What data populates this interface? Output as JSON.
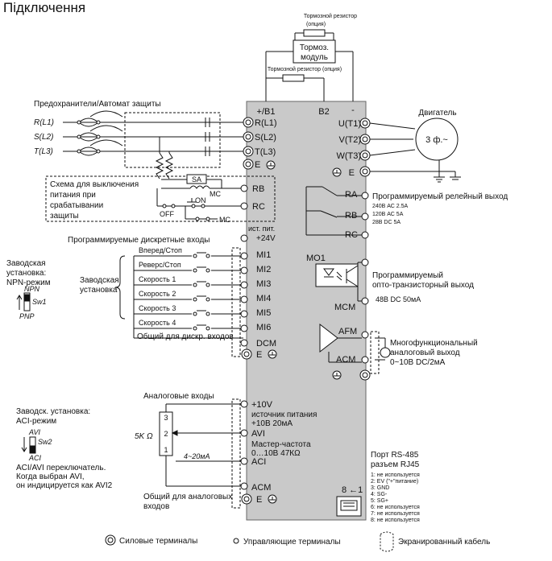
{
  "title": "Підключення",
  "brake": {
    "top_resistor": "Тормозной резистор",
    "top_option": "(опция)",
    "module_line1": "Тормоз.",
    "module_line2": "модуль",
    "mid_resistor": "Тормозной резистор (опция)"
  },
  "power_terms": {
    "b1": "+/B1",
    "b2": "B2",
    "minus": "-",
    "r": "R(L1)",
    "s": "S(L2)",
    "t": "T(L3)",
    "e": "E",
    "u": "U(T1)",
    "v": "V(T2)",
    "w": "W(T3)",
    "e2": "E"
  },
  "left": {
    "fuses": "Предохранители/Автомат защиты",
    "rl1": "R(L1)",
    "sl2": "S(L2)",
    "tl3": "T(L3)",
    "cutoff_line1": "Схема для выключения",
    "cutoff_line2": "питания при",
    "cutoff_line3": "срабатывании",
    "cutoff_line4": "защиты",
    "sa": "SA",
    "mc": "MC",
    "off": "OFF",
    "on": "ON"
  },
  "motor": {
    "label": "Двигатель",
    "inside": "3 ф.~"
  },
  "control": {
    "rb": "RB",
    "rc": "RC",
    "supply_line1": "ист. пит.",
    "supply_line2": "+24V",
    "digital_inputs": "Программируемые дискретные входы",
    "mi": [
      "MI1",
      "MI2",
      "MI3",
      "MI4",
      "MI5",
      "MI6"
    ],
    "mi_labels": [
      "Вперед/Стоп",
      "Реверс/Стоп",
      "Скорость 1",
      "Скорость 2",
      "Скорость 3",
      "Скорость 4"
    ],
    "dcm": "DCM",
    "e": "E",
    "common_digital": "Общий для дискр. входов",
    "factory_side_line1": "Заводская",
    "factory_side_line2": "установка"
  },
  "npn": {
    "line1": "Заводская",
    "line2": "установка:",
    "line3": "NPN-режим",
    "npn": "NPN",
    "sw1": "Sw1",
    "pnp": "PNP"
  },
  "relay": {
    "ra": "RA",
    "rb": "RB",
    "rc": "RC",
    "title": "Программируемый релейный выход",
    "spec1": "240В АС 2.5А",
    "spec2": "120В АС 5А",
    "spec3": "28В DC    5А"
  },
  "opto": {
    "mo1": "MO1",
    "mcm": "MCM",
    "title1": "Программируемый",
    "title2": "опто-транзисторный выход",
    "spec": "48В DC 50мА"
  },
  "afm": {
    "afm": "AFM",
    "acm": "ACM",
    "title1": "Многофункциональный",
    "title2": "аналоговый выход",
    "title3": "0~10В DC/2мА"
  },
  "analog": {
    "title": "Аналоговые входы",
    "p10v": "+10V",
    "supply1": "источник питания",
    "supply2": "+10В 20мА",
    "avi": "AVI",
    "master1": "Мастер-частота",
    "master2": "0…10В 47КΩ",
    "aci": "ACI",
    "acm": "ACM",
    "e": "E",
    "range": "4~20мА",
    "pot": "5K Ω",
    "pin3": "3",
    "pin2": "2",
    "pin1": "1",
    "common1": "Общий для аналоговых",
    "common2": "входов"
  },
  "aci_mode": {
    "line1": "Заводск. установка:",
    "line2": "ACI-режим",
    "avi": "AVI",
    "sw2": "Sw2",
    "aci": "ACI",
    "note1": "ACI/AVI переключатель.",
    "note2": "Когда выбран  AVI,",
    "note3": "он индицируется как AVI2"
  },
  "rs485": {
    "title1": "Порт RS-485",
    "title2": "разъем RJ45",
    "pins_label": "8 ←1",
    "pins": [
      "1: не используется",
      "2: EV (\"+\"питание)",
      "3: GND",
      "4: SG-",
      "5: SG+",
      "6: не используется",
      "7: не используется",
      "8: не используется"
    ]
  },
  "legend": {
    "power": "Силовые терминалы",
    "control": "Управляющие терминалы",
    "shield": "Экранированный кабель"
  }
}
